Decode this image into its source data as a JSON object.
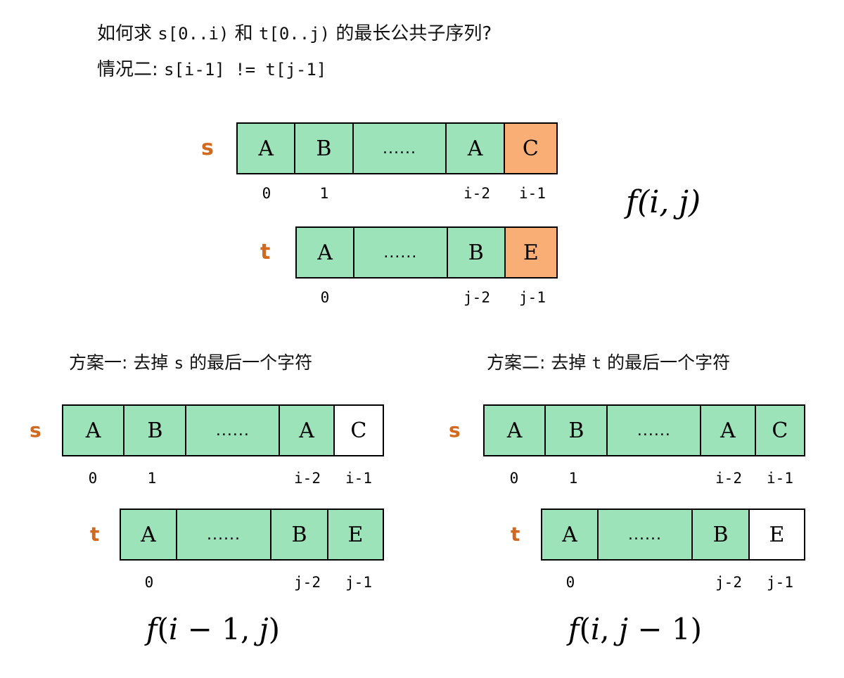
{
  "heading": {
    "line1_pre": "如何求 ",
    "line1_mono1": "s[0..i)",
    "line1_mid": " 和 ",
    "line1_mono2": "t[0..j)",
    "line1_post": " 的最长公共子序列?",
    "line2_pre": "情况二: ",
    "line2_mono": "s[i-1] != t[j-1]"
  },
  "colors": {
    "green": "#9CE3B9",
    "orange_fill": "#F8AE74",
    "label_orange": "#D2691E",
    "border": "#000000",
    "blank": "#FFFFFF"
  },
  "top": {
    "s_label": "s",
    "t_label": "t",
    "s_cells": [
      {
        "text": "A",
        "fill": "green"
      },
      {
        "text": "B",
        "fill": "green"
      },
      {
        "text": "......",
        "fill": "green"
      },
      {
        "text": "A",
        "fill": "green"
      },
      {
        "text": "C",
        "fill": "orange"
      }
    ],
    "s_index": [
      "0",
      "1",
      "i-2",
      "i-1"
    ],
    "t_cells": [
      {
        "text": "A",
        "fill": "green"
      },
      {
        "text": "......",
        "fill": "green"
      },
      {
        "text": "B",
        "fill": "green"
      },
      {
        "text": "E",
        "fill": "orange"
      }
    ],
    "t_index": [
      "0",
      "j-2",
      "j-1"
    ],
    "formula": "f(i, j)"
  },
  "left_panel": {
    "title_pre": "方案一: 去掉 ",
    "title_mono": "s",
    "title_post": " 的最后一个字符",
    "s_label": "s",
    "t_label": "t",
    "s_cells": [
      {
        "text": "A",
        "fill": "green"
      },
      {
        "text": "B",
        "fill": "green"
      },
      {
        "text": "......",
        "fill": "green"
      },
      {
        "text": "A",
        "fill": "green"
      },
      {
        "text": "C",
        "fill": "blank"
      }
    ],
    "s_index": [
      "0",
      "1",
      "i-2",
      "i-1"
    ],
    "t_cells": [
      {
        "text": "A",
        "fill": "green"
      },
      {
        "text": "......",
        "fill": "green"
      },
      {
        "text": "B",
        "fill": "green"
      },
      {
        "text": "E",
        "fill": "green"
      }
    ],
    "t_index": [
      "0",
      "j-2",
      "j-1"
    ],
    "formula_f": "f",
    "formula_open": "(",
    "formula_i": "i",
    "formula_minus": " − ",
    "formula_one": "1",
    "formula_comma": ", ",
    "formula_j": "j",
    "formula_close": ")"
  },
  "right_panel": {
    "title_pre": "方案二: 去掉 ",
    "title_mono": "t",
    "title_post": " 的最后一个字符",
    "s_label": "s",
    "t_label": "t",
    "s_cells": [
      {
        "text": "A",
        "fill": "green"
      },
      {
        "text": "B",
        "fill": "green"
      },
      {
        "text": "......",
        "fill": "green"
      },
      {
        "text": "A",
        "fill": "green"
      },
      {
        "text": "C",
        "fill": "green"
      }
    ],
    "s_index": [
      "0",
      "1",
      "i-2",
      "i-1"
    ],
    "t_cells": [
      {
        "text": "A",
        "fill": "green"
      },
      {
        "text": "......",
        "fill": "green"
      },
      {
        "text": "B",
        "fill": "green"
      },
      {
        "text": "E",
        "fill": "blank"
      }
    ],
    "t_index": [
      "0",
      "j-2",
      "j-1"
    ],
    "formula_f": "f",
    "formula_open": "(",
    "formula_i": "i",
    "formula_comma": ", ",
    "formula_j": "j",
    "formula_minus": " − ",
    "formula_one": "1",
    "formula_close": ")"
  }
}
